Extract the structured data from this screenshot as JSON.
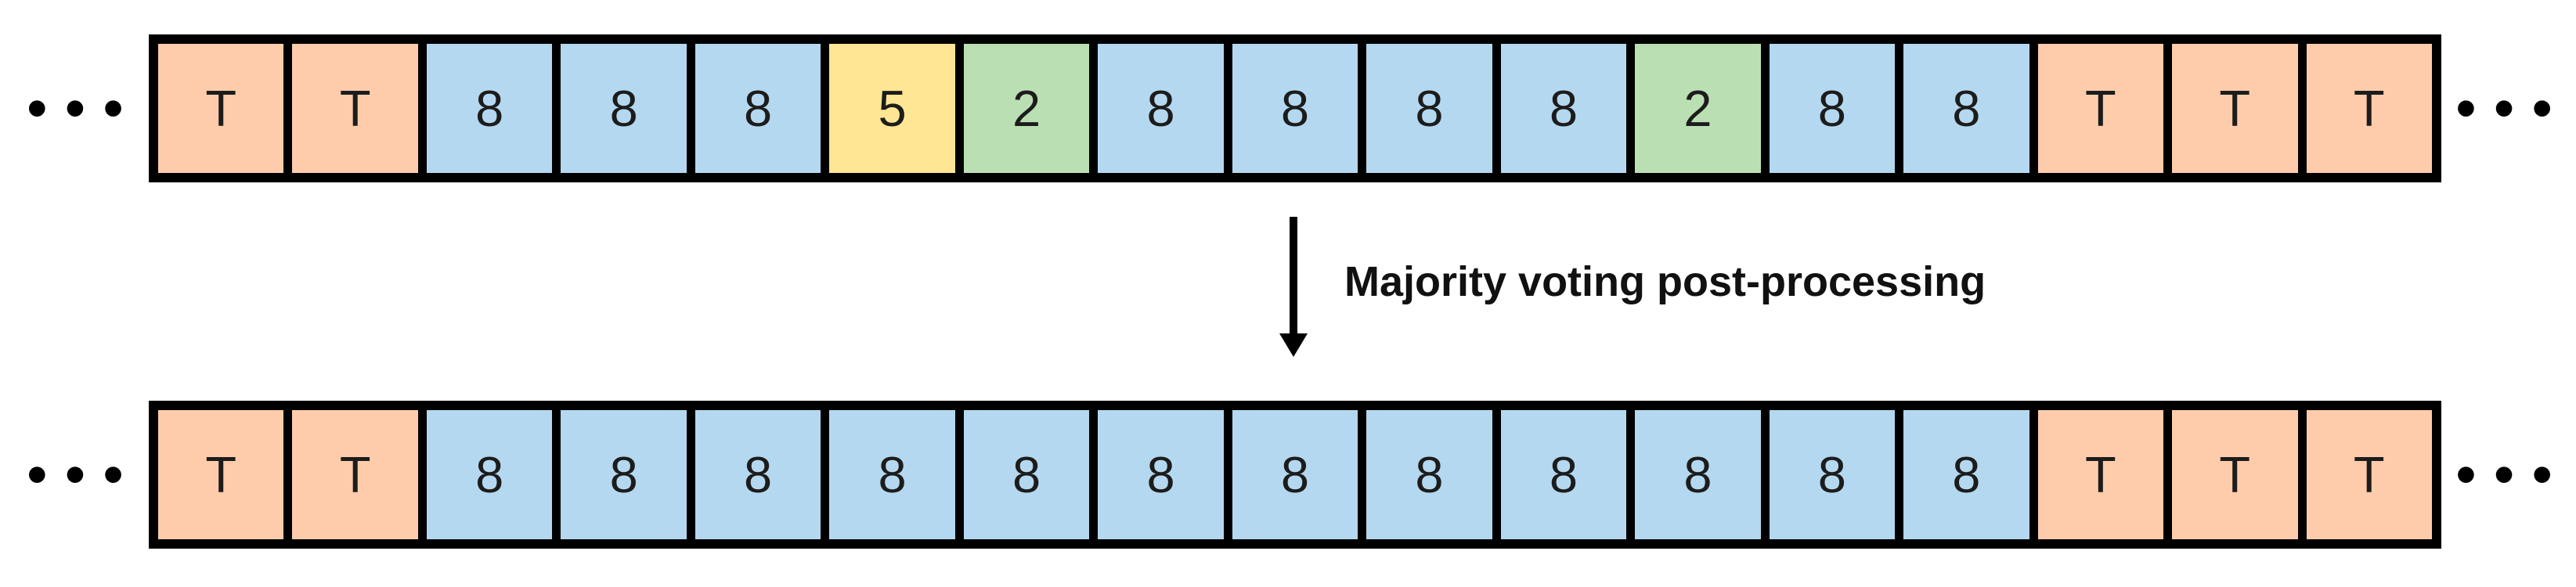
{
  "colors": {
    "orange": "#FECCAB",
    "blue": "#B4D8EF",
    "yellow": "#FFE694",
    "green": "#BADFB3",
    "frame": "#000000",
    "text": "#1C1C1C"
  },
  "diagram": {
    "ellipsis": "•••",
    "arrow_label": "Majority voting post-processing",
    "top_sequence": [
      {
        "label": "T",
        "color": "orange"
      },
      {
        "label": "T",
        "color": "orange"
      },
      {
        "label": "8",
        "color": "blue"
      },
      {
        "label": "8",
        "color": "blue"
      },
      {
        "label": "8",
        "color": "blue"
      },
      {
        "label": "5",
        "color": "yellow"
      },
      {
        "label": "2",
        "color": "green"
      },
      {
        "label": "8",
        "color": "blue"
      },
      {
        "label": "8",
        "color": "blue"
      },
      {
        "label": "8",
        "color": "blue"
      },
      {
        "label": "8",
        "color": "blue"
      },
      {
        "label": "2",
        "color": "green"
      },
      {
        "label": "8",
        "color": "blue"
      },
      {
        "label": "8",
        "color": "blue"
      },
      {
        "label": "T",
        "color": "orange"
      },
      {
        "label": "T",
        "color": "orange"
      },
      {
        "label": "T",
        "color": "orange"
      }
    ],
    "bottom_sequence": [
      {
        "label": "T",
        "color": "orange"
      },
      {
        "label": "T",
        "color": "orange"
      },
      {
        "label": "8",
        "color": "blue"
      },
      {
        "label": "8",
        "color": "blue"
      },
      {
        "label": "8",
        "color": "blue"
      },
      {
        "label": "8",
        "color": "blue"
      },
      {
        "label": "8",
        "color": "blue"
      },
      {
        "label": "8",
        "color": "blue"
      },
      {
        "label": "8",
        "color": "blue"
      },
      {
        "label": "8",
        "color": "blue"
      },
      {
        "label": "8",
        "color": "blue"
      },
      {
        "label": "8",
        "color": "blue"
      },
      {
        "label": "8",
        "color": "blue"
      },
      {
        "label": "8",
        "color": "blue"
      },
      {
        "label": "T",
        "color": "orange"
      },
      {
        "label": "T",
        "color": "orange"
      },
      {
        "label": "T",
        "color": "orange"
      }
    ]
  }
}
